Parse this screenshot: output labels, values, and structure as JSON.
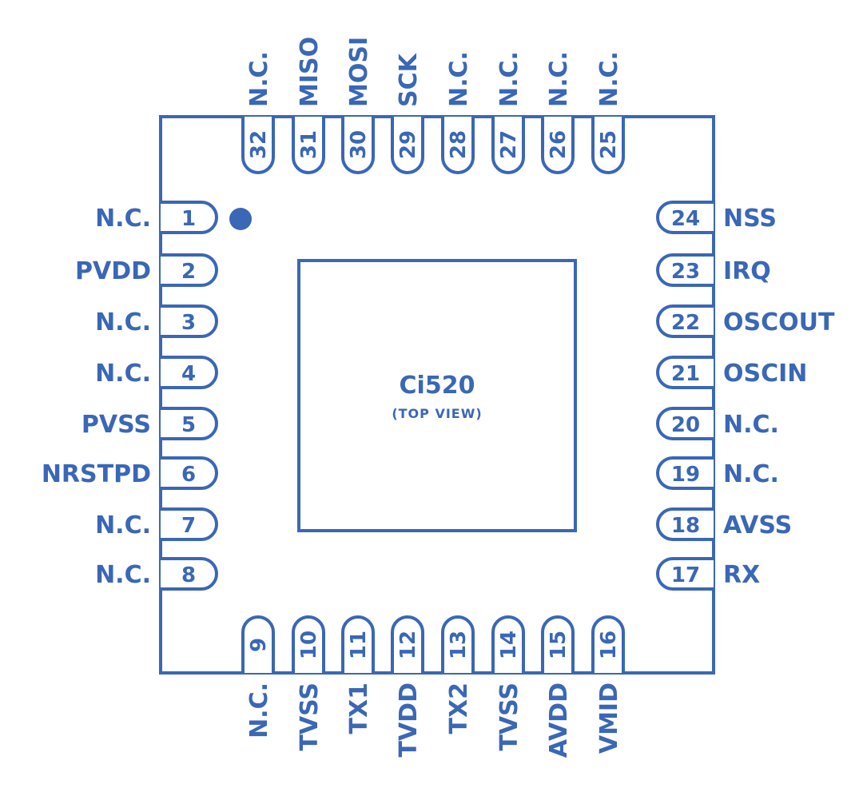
{
  "colors": {
    "primary": "#3a67b6",
    "background": "#ffffff"
  },
  "chip": {
    "name": "Ci520",
    "view_label": "(TOP VIEW)"
  },
  "pins": {
    "left": [
      {
        "num": "1",
        "label": "N.C."
      },
      {
        "num": "2",
        "label": "PVDD"
      },
      {
        "num": "3",
        "label": "N.C."
      },
      {
        "num": "4",
        "label": "N.C."
      },
      {
        "num": "5",
        "label": "PVSS"
      },
      {
        "num": "6",
        "label": "NRSTPD"
      },
      {
        "num": "7",
        "label": "N.C."
      },
      {
        "num": "8",
        "label": "N.C."
      }
    ],
    "bottom": [
      {
        "num": "9",
        "label": "N.C."
      },
      {
        "num": "10",
        "label": "TVSS"
      },
      {
        "num": "11",
        "label": "TX1"
      },
      {
        "num": "12",
        "label": "TVDD"
      },
      {
        "num": "13",
        "label": "TX2"
      },
      {
        "num": "14",
        "label": "TVSS"
      },
      {
        "num": "15",
        "label": "AVDD"
      },
      {
        "num": "16",
        "label": "VMID"
      }
    ],
    "right": [
      {
        "num": "24",
        "label": "NSS"
      },
      {
        "num": "23",
        "label": "IRQ"
      },
      {
        "num": "22",
        "label": "OSCOUT"
      },
      {
        "num": "21",
        "label": "OSCIN"
      },
      {
        "num": "20",
        "label": "N.C."
      },
      {
        "num": "19",
        "label": "N.C."
      },
      {
        "num": "18",
        "label": "AVSS"
      },
      {
        "num": "17",
        "label": "RX"
      }
    ],
    "top": [
      {
        "num": "32",
        "label": "N.C."
      },
      {
        "num": "31",
        "label": "MISO"
      },
      {
        "num": "30",
        "label": "MOSI"
      },
      {
        "num": "29",
        "label": "SCK"
      },
      {
        "num": "28",
        "label": "N.C."
      },
      {
        "num": "27",
        "label": "N.C."
      },
      {
        "num": "26",
        "label": "N.C."
      },
      {
        "num": "25",
        "label": "N.C."
      }
    ]
  }
}
